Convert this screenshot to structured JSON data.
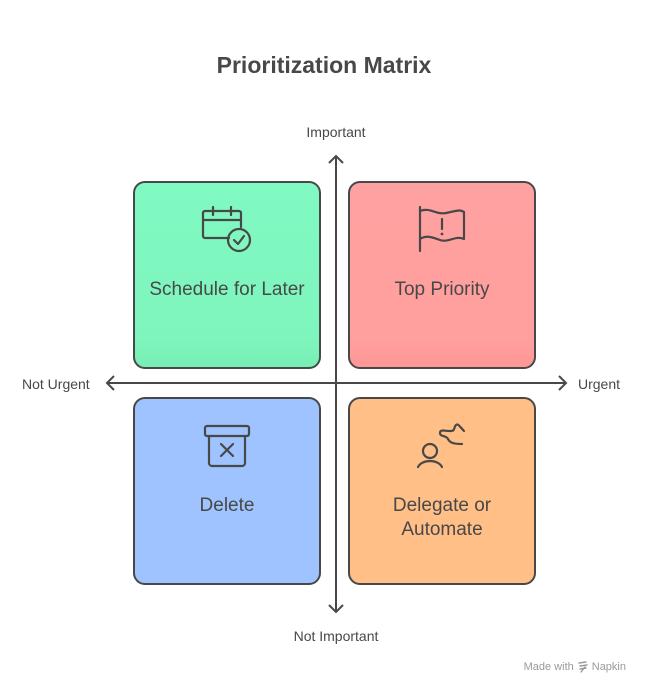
{
  "title": "Prioritization Matrix",
  "axes": {
    "top": "Important",
    "bottom": "Not Important",
    "left": "Not Urgent",
    "right": "Urgent"
  },
  "quadrants": [
    {
      "label": "Schedule for Later",
      "icon": "calendar-check-icon",
      "color": "#80f7c0"
    },
    {
      "label": "Top Priority",
      "icon": "flag-exclamation-icon",
      "color": "#ffa09e"
    },
    {
      "label": "Delete",
      "icon": "archive-x-icon",
      "color": "#9ec3ff"
    },
    {
      "label": "Delegate or Automate",
      "label_lines": [
        "Delegate or",
        "Automate"
      ],
      "icon": "person-path-icon",
      "color": "#ffbf87"
    }
  ],
  "footer": {
    "made_with": "Made with",
    "brand": "Napkin"
  }
}
